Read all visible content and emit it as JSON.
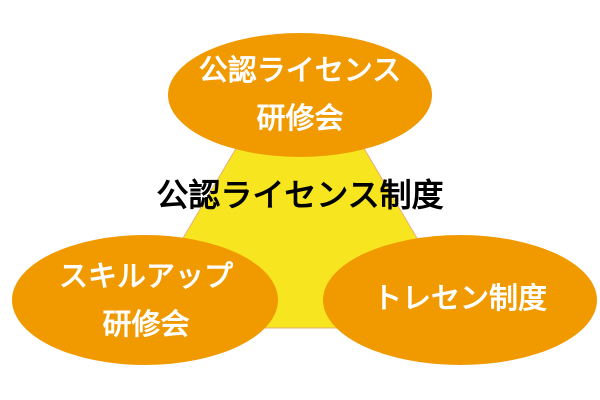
{
  "colors": {
    "triangle": "#f7e51f",
    "ellipse": "#f09a00",
    "label": "#ffffff",
    "title": "#000000"
  },
  "title": "公認ライセンス制度",
  "nodes": {
    "top": {
      "line1": "公認ライセンス",
      "line2": "研修会"
    },
    "left": {
      "line1": "スキルアップ",
      "line2": "研修会"
    },
    "right": {
      "line1": "トレセン制度"
    }
  }
}
